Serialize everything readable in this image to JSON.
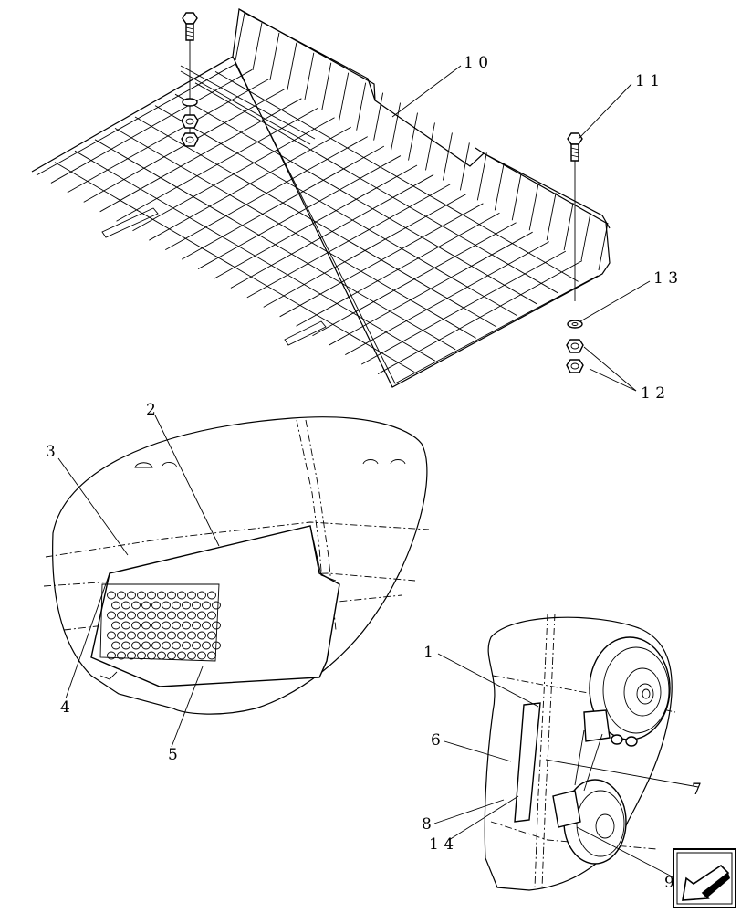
{
  "callouts": {
    "c1": "1",
    "c2": "2",
    "c3": "3",
    "c4": "4",
    "c5": "5",
    "c6": "6",
    "c7": "7",
    "c8": "8",
    "c9": "9",
    "c10": "1 0",
    "c11": "1 1",
    "c12": "1 2",
    "c13": "1 3",
    "c14": "1 4"
  },
  "nav": {
    "icon": "arrow-down-left-icon"
  }
}
